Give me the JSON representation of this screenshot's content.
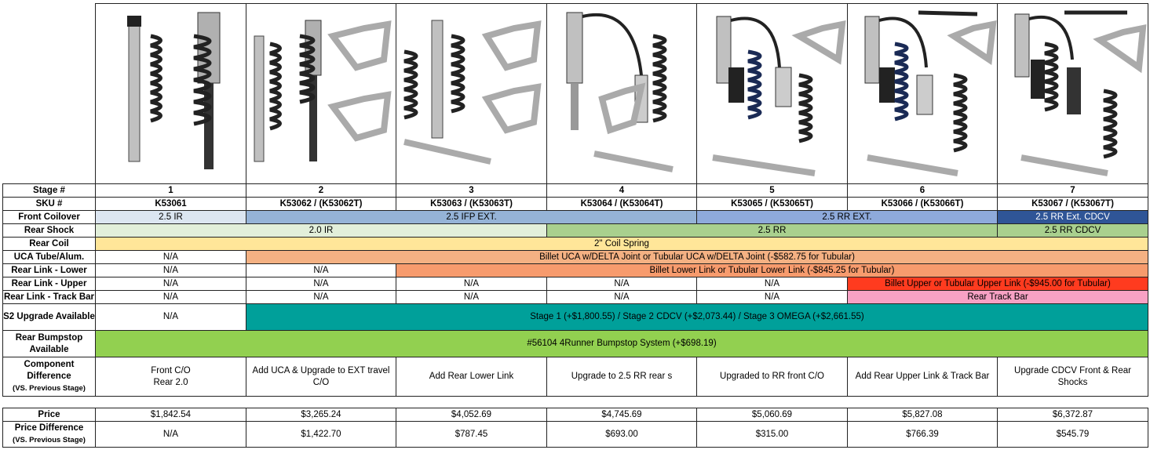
{
  "product_images": [
    {
      "stage": "1",
      "alt": "stage-1-kit"
    },
    {
      "stage": "2",
      "alt": "stage-2-kit"
    },
    {
      "stage": "3",
      "alt": "stage-3-kit"
    },
    {
      "stage": "4",
      "alt": "stage-4-kit"
    },
    {
      "stage": "5",
      "alt": "stage-5-kit"
    },
    {
      "stage": "6",
      "alt": "stage-6-kit"
    },
    {
      "stage": "7",
      "alt": "stage-7-kit"
    }
  ],
  "rows": {
    "stage": {
      "label": "Stage #",
      "values": [
        "1",
        "2",
        "3",
        "4",
        "5",
        "6",
        "7"
      ]
    },
    "sku": {
      "label": "SKU #",
      "values": [
        "K53061",
        "K53062 / (K53062T)",
        "K53063 / (K53063T)",
        "K53064 / (K53064T)",
        "K53065 / (K53065T)",
        "K53066 / (K53066T)",
        "K53067 / (K53067T)"
      ]
    },
    "front_coilover": {
      "label": "Front Coilover",
      "segments": [
        "2.5 IR",
        "2.5 IFP EXT.",
        "2.5 RR EXT.",
        "2.5 RR Ext. CDCV"
      ]
    },
    "rear_shock": {
      "label": "Rear Shock",
      "segments": [
        "2.0 IR",
        "2.5 RR",
        "2.5 RR CDCV"
      ]
    },
    "rear_coil": {
      "label": "Rear Coil",
      "segments": [
        "2\" Coil Spring"
      ]
    },
    "uca": {
      "label": "UCA Tube/Alum.",
      "segments": [
        "N/A",
        "Billet UCA w/DELTA Joint  or Tubular UCA w/DELTA Joint (-$582.75 for Tubular)"
      ]
    },
    "rear_link_lower": {
      "label": "Rear Link - Lower",
      "segments": [
        "N/A",
        "N/A",
        "Billet Lower Link or Tubular Lower Link (-$845.25 for Tubular)"
      ]
    },
    "rear_link_upper": {
      "label": "Rear Link - Upper",
      "segments": [
        "N/A",
        "N/A",
        "N/A",
        "N/A",
        "N/A",
        "Billet Upper or Tubular Upper Link (-$945.00 for Tubular)"
      ]
    },
    "track_bar": {
      "label": "Rear Link - Track Bar",
      "segments": [
        "N/A",
        "N/A",
        "N/A",
        "N/A",
        "N/A",
        "Rear Track Bar"
      ]
    },
    "s2_upgrade": {
      "label": "S2 Upgrade Available",
      "segments": [
        "N/A",
        "Stage 1 (+$1,800.55) / Stage 2 CDCV (+$2,073.44) / Stage 3 OMEGA (+$2,661.55)"
      ]
    },
    "bumpstop": {
      "label": "Rear Bumpstop Available",
      "segments": [
        "#56104 4Runner Bumpstop System (+$698.19)"
      ]
    },
    "component_difference": {
      "label": "Component Difference",
      "sublabel": "(VS. Previous Stage)",
      "values": [
        [
          "Front C/O",
          "Rear 2.0"
        ],
        [
          "Add UCA & Upgrade to EXT travel",
          "C/O"
        ],
        [
          "Add Rear Lower Link"
        ],
        [
          "Upgrade to 2.5 RR rear s"
        ],
        [
          "Upgraded to RR front C/O"
        ],
        [
          "Add Rear Upper Link & Track Bar"
        ],
        [
          "Upgrade CDCV Front & Rear",
          "Shocks"
        ]
      ]
    },
    "price": {
      "label": "Price",
      "values": [
        "$1,842.54",
        "$3,265.24",
        "$4,052.69",
        "$4,745.69",
        "$5,060.69",
        "$5,827.08",
        "$6,372.87"
      ]
    },
    "price_difference": {
      "label": "Price Difference",
      "sublabel": "(VS. Previous Stage)",
      "values": [
        "N/A",
        "$1,422.70",
        "$787.45",
        "$693.00",
        "$315.00",
        "$766.39",
        "$545.79"
      ]
    }
  },
  "colors": {
    "light_blue": "#dce6f1",
    "blue": "#95b3d7",
    "cornflower": "#8eaadb",
    "navy": "#2f5597",
    "pale_green": "#e2efda",
    "green": "#a9d08e",
    "yellow": "#ffe699",
    "peach": "#f4b183",
    "salmon": "#f79b6d",
    "red": "#ff3b1f",
    "pink": "#f7a1c4",
    "teal": "#00a09a",
    "lime": "#92d050"
  }
}
